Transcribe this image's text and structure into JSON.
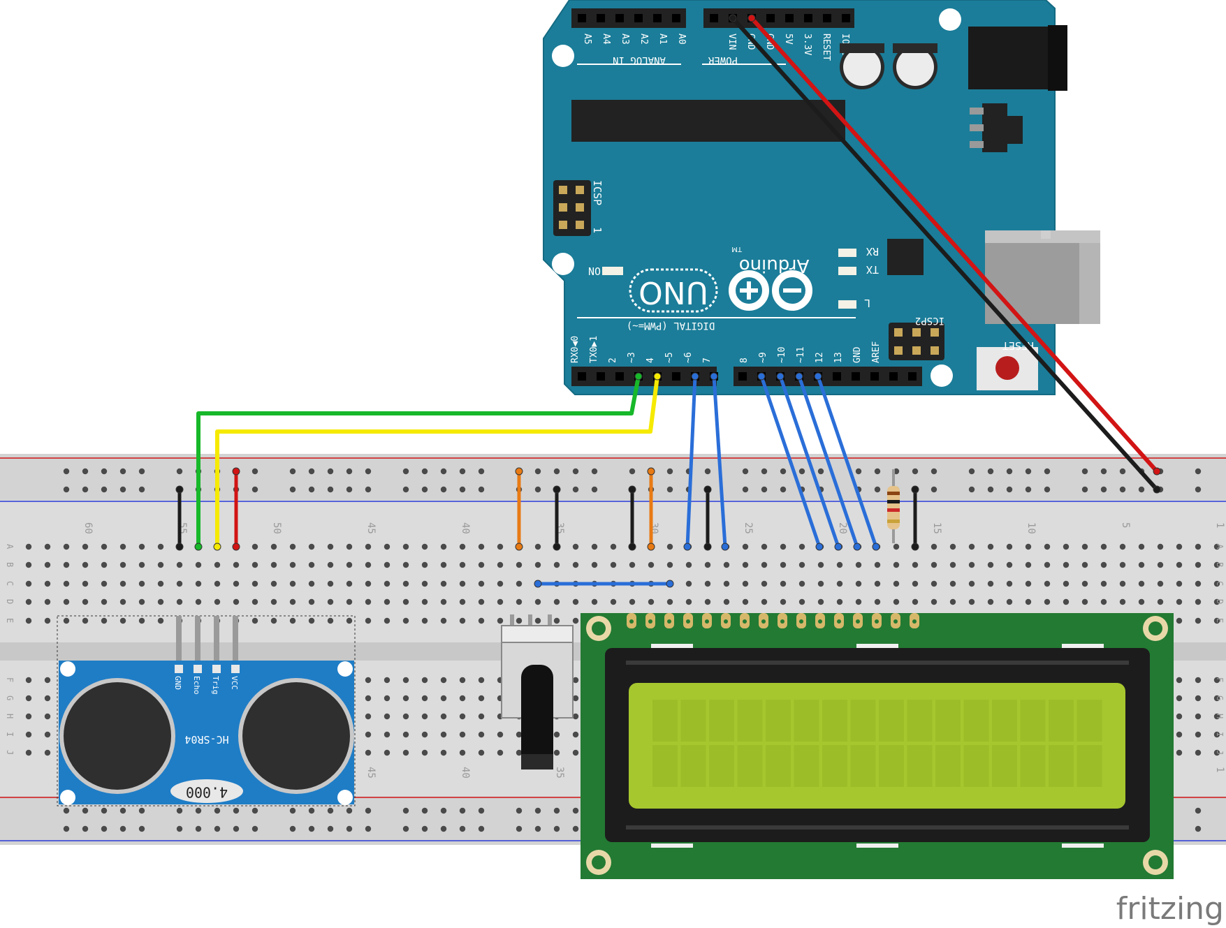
{
  "watermark": "fritzing",
  "arduino": {
    "analog_header": "ANALOG IN",
    "analog_pins": [
      "A5",
      "A4",
      "A3",
      "A2",
      "A1",
      "A0"
    ],
    "power_header": "POWER",
    "power_pins": [
      "VIN",
      "GND",
      "GND",
      "5V",
      "3.3V",
      "RESET",
      "IOREF"
    ],
    "digital_header": "DIGITAL (PWM=~)",
    "digital_low_pins": [
      "RX0◀0",
      "TX0▶1",
      "2",
      "~3",
      "4",
      "~5",
      "~6",
      "7"
    ],
    "digital_high_pins": [
      "8",
      "~9",
      "~10",
      "~11",
      "12",
      "13",
      "GND",
      "AREF"
    ],
    "icsp": "ICSP",
    "icsp_num": "1",
    "icsp2": "ICSP2",
    "on_label": "ON",
    "rx_label": "RX",
    "tx_label": "TX",
    "l_label": "L",
    "reset_label": "RESET",
    "logo_text": "Arduino",
    "model": "UNO",
    "tm": "TM"
  },
  "breadboard": {
    "row_letters_top": [
      "A",
      "B",
      "C",
      "D",
      "E"
    ],
    "row_letters_bottom": [
      "F",
      "G",
      "H",
      "I",
      "J"
    ],
    "column_numbers": [
      "60",
      "55",
      "50",
      "45",
      "40",
      "35",
      "30",
      "25",
      "20",
      "15",
      "10",
      "5",
      "1"
    ]
  },
  "sensor": {
    "model": "HC-SR04",
    "pins": [
      "GND",
      "Echo",
      "Trig",
      "VCC"
    ],
    "crystal": "4.000"
  },
  "colors": {
    "arduino": "#1b7d99",
    "breadboard": "#dcdcdc",
    "lcd_pcb": "#237a33",
    "lcd_screen": "#a6c72e",
    "wire_blue": "#2a6ed8",
    "wire_green": "#17b82a",
    "wire_yellow": "#f5ea00",
    "wire_red": "#d21414",
    "wire_orange": "#e87a14",
    "wire_black": "#1c1c1c"
  }
}
